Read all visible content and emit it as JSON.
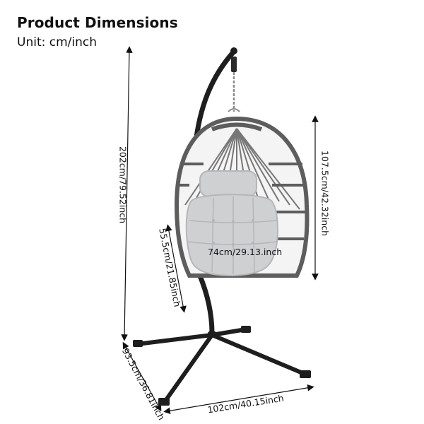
{
  "header": {
    "title": "Product Dimensions",
    "unit": "Unit: cm/inch"
  },
  "dimensions": {
    "total_height": "202cm/79.52inch",
    "basket_height": "107.5cm/42.32inch",
    "basket_width": "74cm/29.13.inch",
    "seat_depth": "55.5cm/21.85inch",
    "base_depth": "93.5cm/36.81inch",
    "base_width": "102cm/40.15inch"
  },
  "colors": {
    "frame": "#1e1e1e",
    "rattan": "#6f6f6f",
    "cushion": "#cfd0d2",
    "cushion_shade": "#b4b6b9",
    "chain": "#8a8a8a"
  }
}
